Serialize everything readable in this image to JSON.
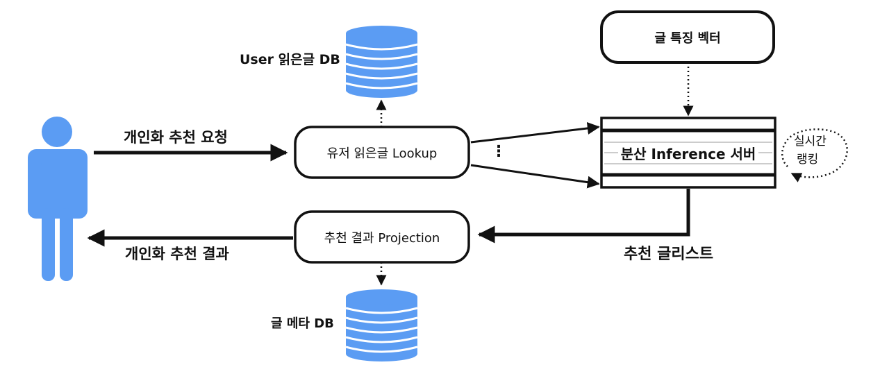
{
  "labels": {
    "user_db": "User 읽은글 DB",
    "request": "개인화 추천 요청",
    "lookup": "유저 읽은글 Lookup",
    "ellipsis": "⋮",
    "vector": "글 특징 벡터",
    "inference": "분산 Inference 서버",
    "ranking_line1": "실시간",
    "ranking_line2": "랭킹",
    "projection": "추천 결과 Projection",
    "result": "개인화 추천 결과",
    "list": "추천 글리스트",
    "meta_db": "글 메타 DB"
  },
  "icons": {
    "user": "person-icon",
    "database": "database-icon"
  },
  "colors": {
    "icon_blue": "#5B9CF3",
    "ink": "#111111"
  }
}
